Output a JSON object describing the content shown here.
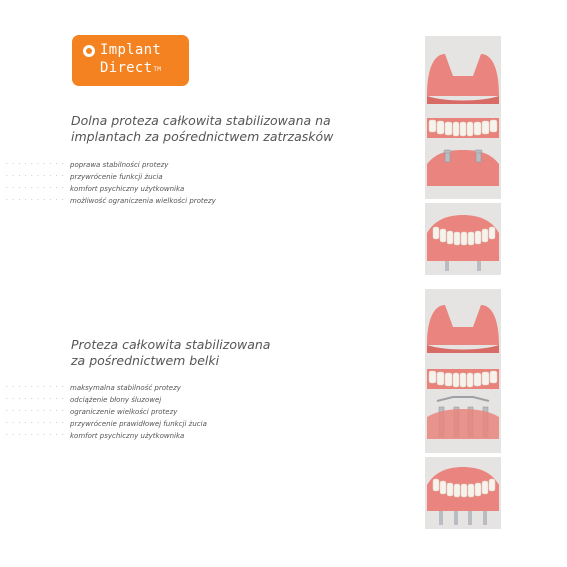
{
  "logo": {
    "line1": "Implant",
    "line2": "Direct",
    "tm": "TM",
    "brand_color": "#f58220"
  },
  "section1": {
    "title_line1": "Dolna proteza całkowita stabilizowana na",
    "title_line2": "implantach za pośrednictwem zatrzasków",
    "items": [
      "poprawa stabilności protezy",
      "przywrócenie funkcji żucia",
      "komfort psychiczny użytkownika",
      "możliwość ograniczenia wielkości protezy"
    ]
  },
  "section2": {
    "title_line1": "Proteza całkowita stabilizowana",
    "title_line2": "za pośrednictwem belki",
    "items": [
      "maksymalna stabilność protezy",
      "odciążenie błony śluzowej",
      "ograniczenie wielkości protezy",
      "przywrócenie prawidłowej funkcji żucia",
      "komfort psychiczny użytkownika"
    ]
  },
  "dots": "· · · · · · · · · · · ·",
  "colors": {
    "gum": "#e9857e",
    "gum_dark": "#d96b66",
    "tooth": "#f7f3ec",
    "metal": "#b9bcc0",
    "panel_bg": "#e6e4e2"
  }
}
